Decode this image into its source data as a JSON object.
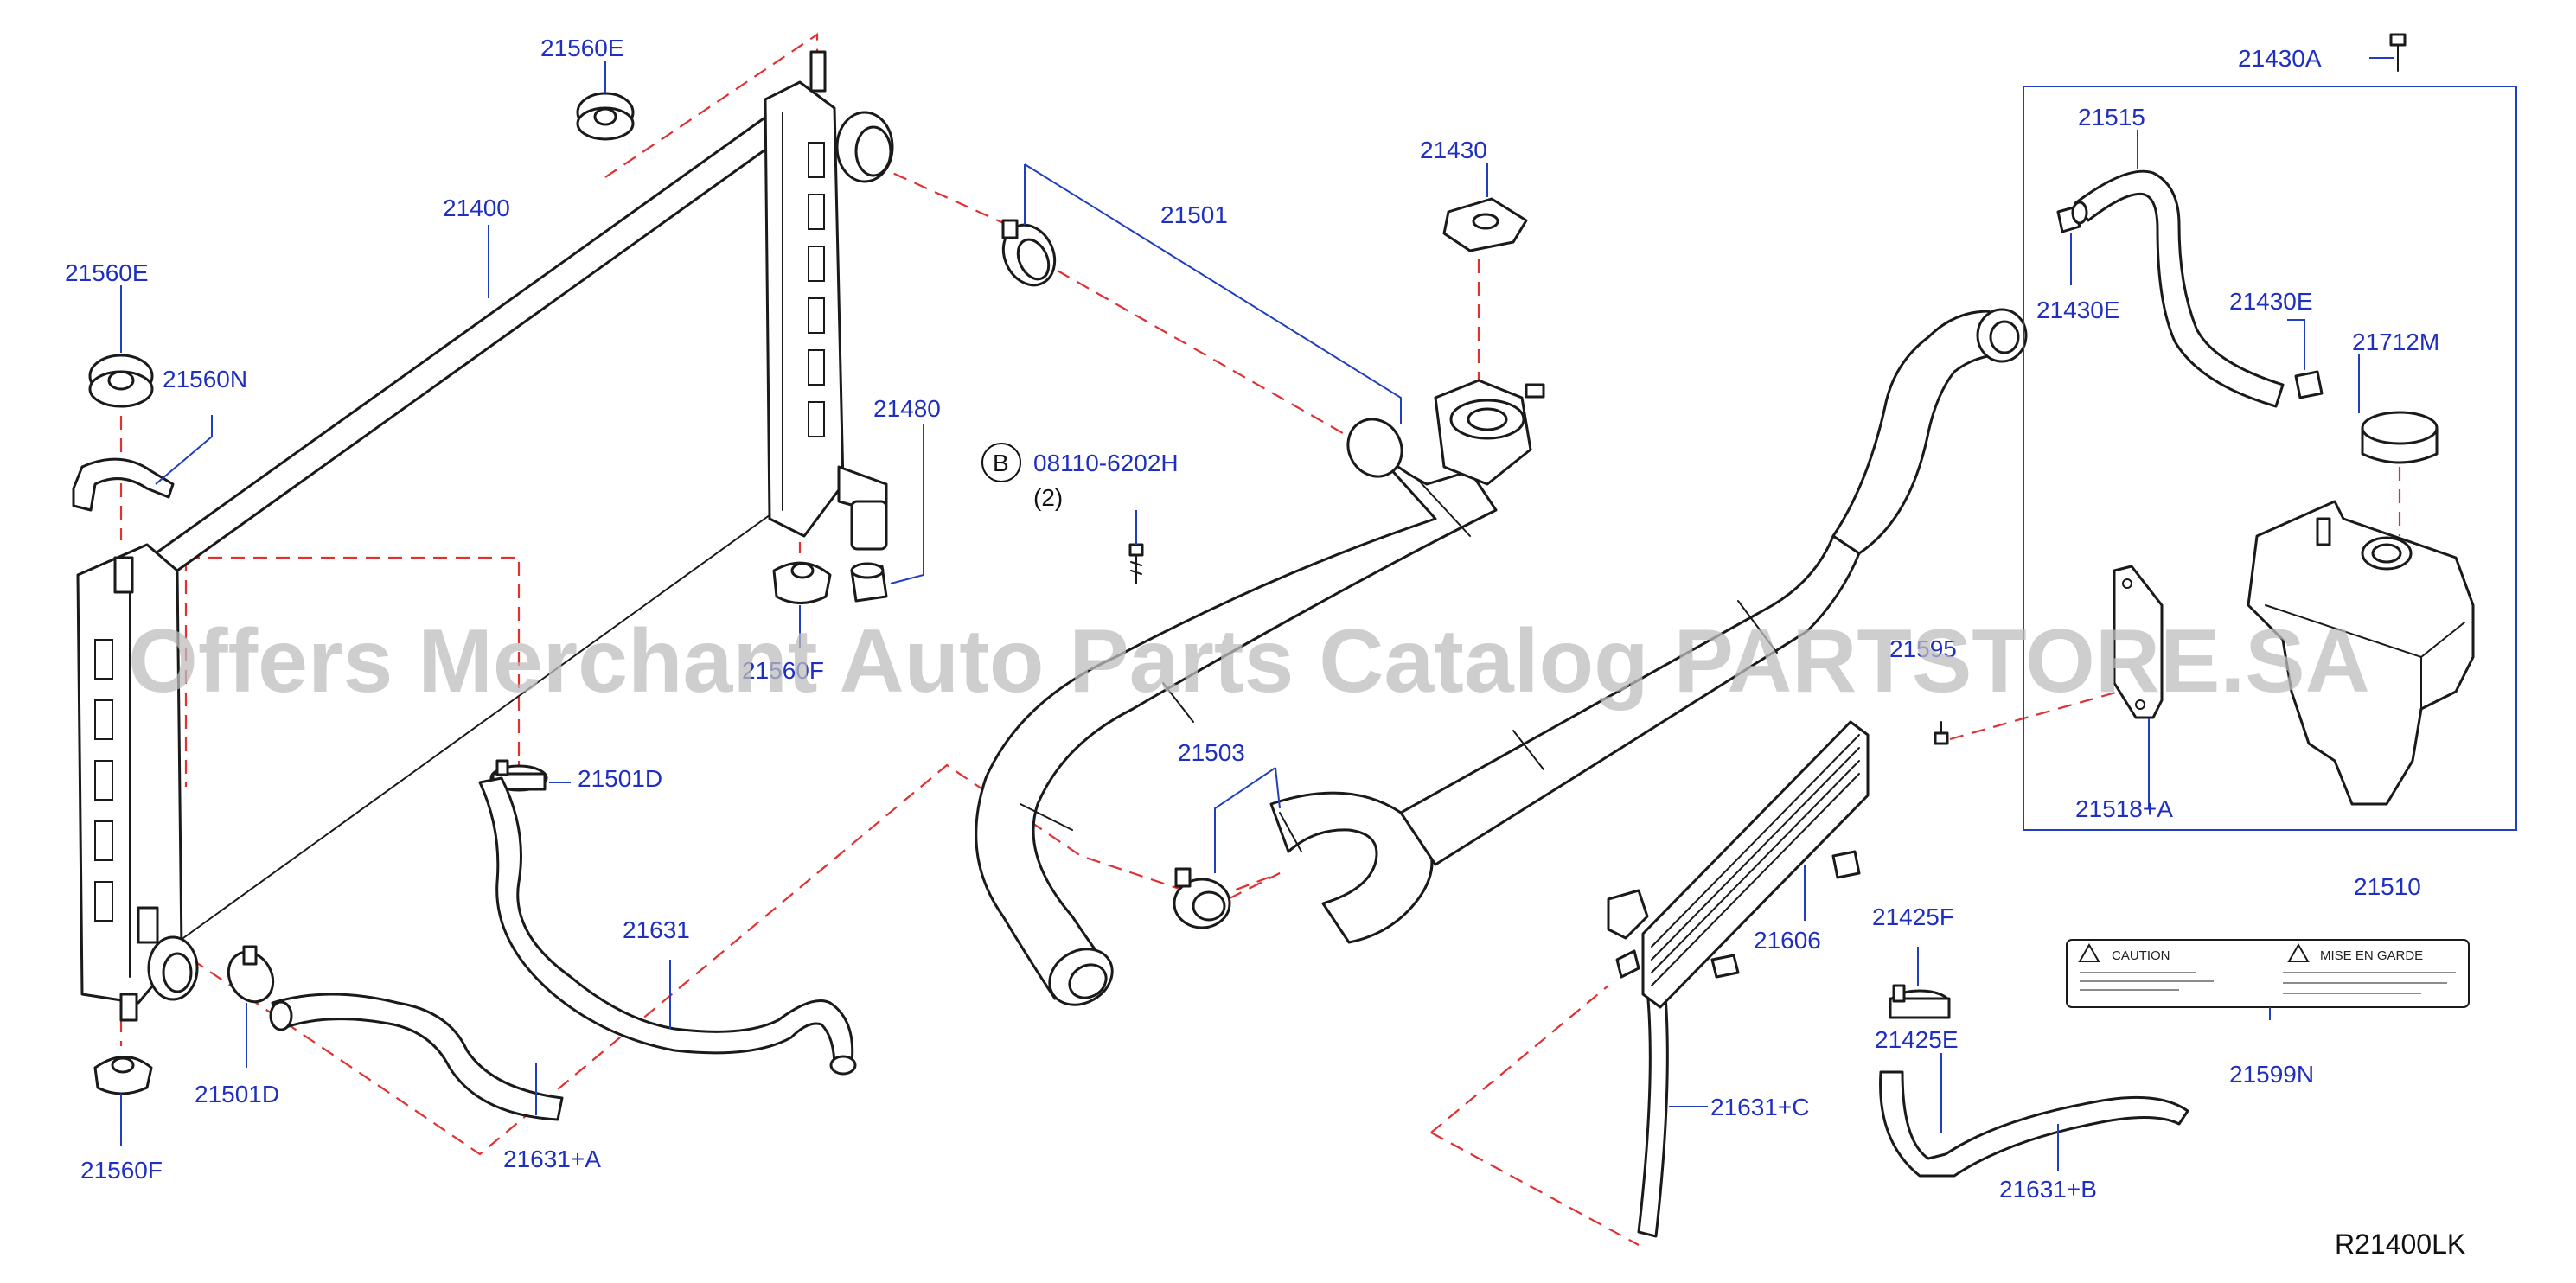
{
  "labels": {
    "p21560E_top": "21560E",
    "p21400": "21400",
    "p21560E_left": "21560E",
    "p21560N": "21560N",
    "p21480": "21480",
    "p21560F_mid": "21560F",
    "p21501D_right": "21501D",
    "p21501D_left": "21501D",
    "p21560F_bottom": "21560F",
    "p21631": "21631",
    "p21631A": "21631+A",
    "p21501": "21501",
    "p21430": "21430",
    "p08110": "08110-6202H",
    "p08110_qty": "(2)",
    "bolt_badge": "B",
    "p21503": "21503",
    "p21606": "21606",
    "p21631C": "21631+C",
    "p21430A": "21430A",
    "p21515": "21515",
    "p21430E_left": "21430E",
    "p21430E_right": "21430E",
    "p21712M": "21712M",
    "p21595": "21595",
    "p21518A": "21518+A",
    "p21510": "21510",
    "p21425F": "21425F",
    "p21425E": "21425E",
    "p21631B": "21631+B",
    "p21599N": "21599N"
  },
  "caution_label": {
    "left_title": "CAUTION",
    "right_title": "MISE EN GARDE"
  },
  "watermark": "Offers Merchant Auto Parts Catalog PARTSTORE.SA",
  "reference_code": "R21400LK",
  "colors": {
    "label_blue": "#1f2fbf",
    "dash_red": "#e03030",
    "line_black": "#1a1a1a"
  }
}
